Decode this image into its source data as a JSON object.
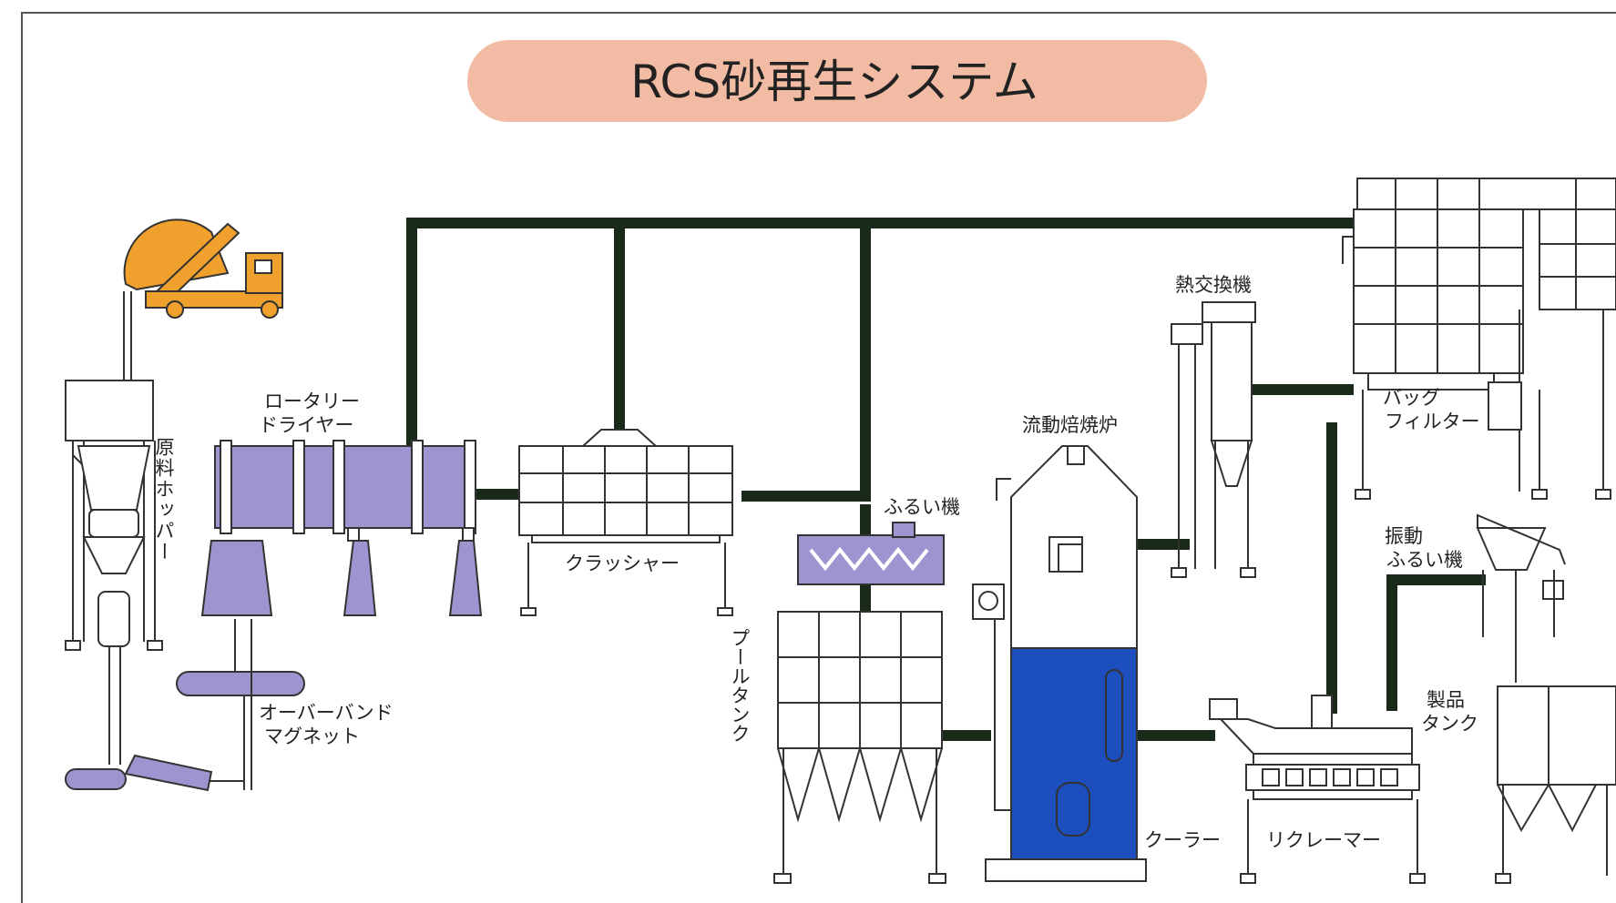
{
  "title": "RCS砂再生システム",
  "colors": {
    "title_bg": "#f2bba3",
    "pipe": "#1a2a1a",
    "dryer": "#9c95cf",
    "truck": "#f0a02c",
    "cooler_blue": "#1c4fbd",
    "equipment_line": "#333333"
  },
  "labels": {
    "hopper": "原料ホッパー",
    "rotary_dryer": [
      "ロータリー",
      "ドライヤー"
    ],
    "overband_magnet": [
      "オーバーバンド",
      "マグネット"
    ],
    "crusher": "クラッシャー",
    "screen": "ふるい機",
    "pool_tank": "プールタンク",
    "fluid_roaster": "流動焙焼炉",
    "heat_exchanger": "熱交換機",
    "bag_filter": [
      "バッグ",
      "フィルター"
    ],
    "vibrating_screen": [
      "振動",
      "ふるい機"
    ],
    "product_tank": [
      "製品",
      "タンク"
    ],
    "cooler": "クーラー",
    "reclaimer": "リクレーマー"
  }
}
